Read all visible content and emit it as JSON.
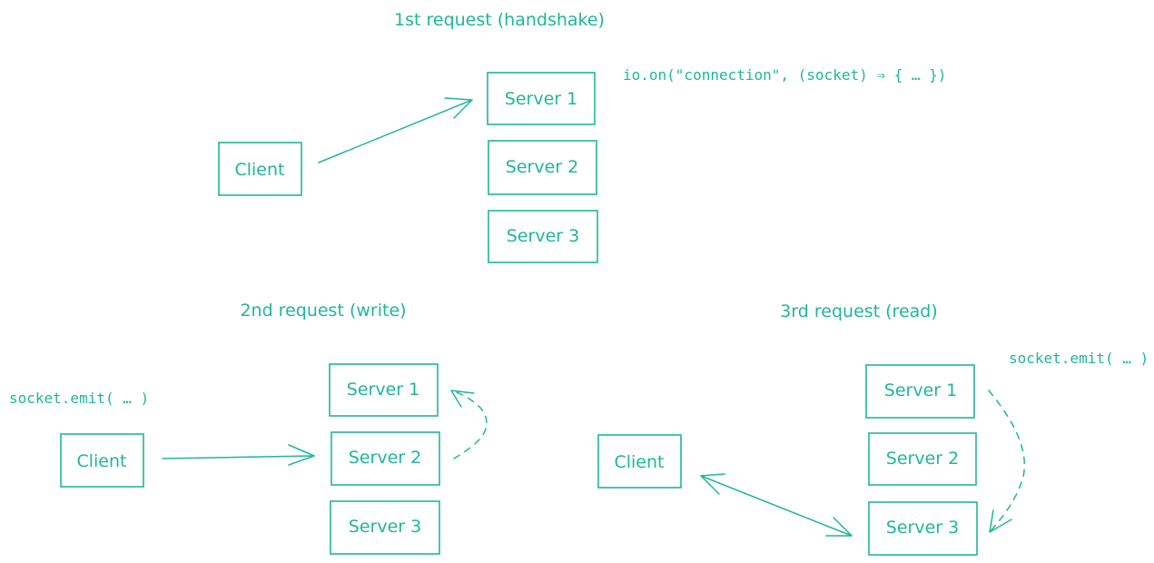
{
  "accent_color": "#1fb894",
  "sections": [
    {
      "title": "1st request (handshake)",
      "code": "io.on(\"connection\", (socket) ⇒ {  …  })",
      "client_label": "Client",
      "servers": [
        "Server 1",
        "Server 2",
        "Server 3"
      ]
    },
    {
      "title": "2nd request (write)",
      "code": "socket.emit( … )",
      "client_label": "Client",
      "servers": [
        "Server 1",
        "Server 2",
        "Server 3"
      ]
    },
    {
      "title": "3rd request (read)",
      "code": "socket.emit( … )",
      "client_label": "Client",
      "servers": [
        "Server 1",
        "Server 2",
        "Server 3"
      ]
    }
  ]
}
